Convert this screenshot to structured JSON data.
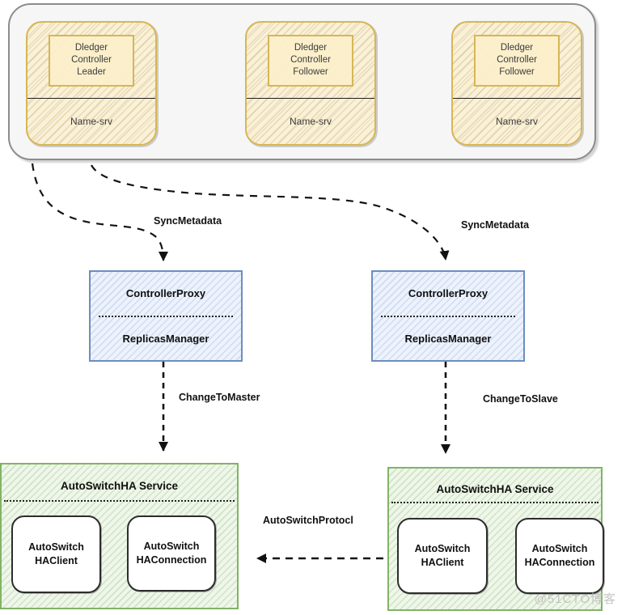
{
  "colors": {
    "yellow_border": "#d6b656",
    "yellow_fill": "#faf1d7",
    "blue_border": "#6c8ebf",
    "blue_fill": "#edf2fc",
    "green_border": "#82b366",
    "green_fill": "#eff6ea",
    "container_fill": "#f6f6f6",
    "arrow_color": "#111111"
  },
  "cluster": {
    "nodes": [
      {
        "controller": "Dledger\nController\nLeader",
        "nameserver": "Name-srv"
      },
      {
        "controller": "Dledger\nController\nFollower",
        "nameserver": "Name-srv"
      },
      {
        "controller": "Dledger\nController\nFollower",
        "nameserver": "Name-srv"
      }
    ]
  },
  "proxies": [
    {
      "top": "ControllerProxy",
      "bottom": "ReplicasManager"
    },
    {
      "top": "ControllerProxy",
      "bottom": "ReplicasManager"
    }
  ],
  "ha_services": [
    {
      "title": "AutoSwitchHA Service",
      "client": "AutoSwitch\nHAClient",
      "connection": "AutoSwitch\nHAConnection"
    },
    {
      "title": "AutoSwitchHA Service",
      "client": "AutoSwitch\nHAClient",
      "connection": "AutoSwitch\nHAConnection"
    }
  ],
  "edges": {
    "sync_metadata_left": "SyncMetadata",
    "sync_metadata_right": "SyncMetadata",
    "change_to_master": "ChangeToMaster",
    "change_to_slave": "ChangeToSlave",
    "auto_switch_protocol": "AutoSwitchProtocl"
  },
  "watermark": "@51CTO博客"
}
